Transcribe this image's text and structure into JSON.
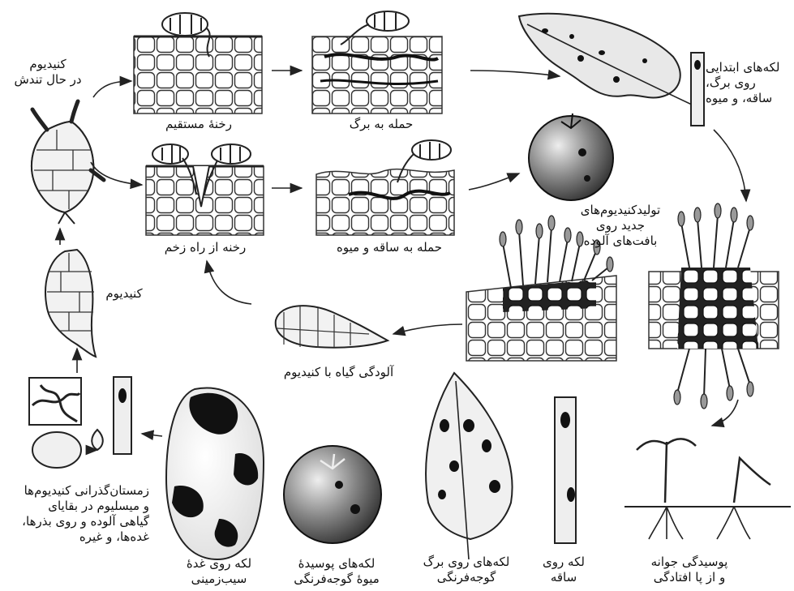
{
  "labels": {
    "germinating_conidium": {
      "line1": "کنیدیوم",
      "line2": "در حال تندش"
    },
    "direct_penetration": "رخنهٔ مستقیم",
    "leaf_attack": "حمله به برگ",
    "initial_spots": {
      "line1": "لکه‌های ابتدایی",
      "line2": "روی برگ،",
      "line3": "ساقه، و میوه"
    },
    "wound_penetration": "رخنه از راه زخم",
    "stem_fruit_attack": "حمله به ساقه و میوه",
    "new_conidia": {
      "line1": "تولیدکنیدیوم‌های",
      "line2": "جدید روی",
      "line3": "بافت‌های آلوده"
    },
    "conidium": "کنیدیوم",
    "plant_infection": "آلودگی گیاه با کنیدیوم",
    "overwintering": {
      "line1": "زمستان‌گذرانی کنیدیوم‌ها",
      "line2": "و میسلیوم در بقایای",
      "line3": "گیاهی آلوده و روی بذرها،",
      "line4": "غده‌ها، و غیره"
    },
    "tuber_spot": {
      "line1": "لکه روی غدهٔ",
      "line2": "سیب‌زمینی"
    },
    "fruit_rot": {
      "line1": "لکه‌های پوسیدهٔ",
      "line2": "میوهٔ گوجه‌فرنگی"
    },
    "leaf_spots": {
      "line1": "لکه‌های روی برگ",
      "line2": "گوجه‌فرنگی"
    },
    "stem_spot": {
      "line1": "لکه روی",
      "line2": "ساقه"
    },
    "damping_off": {
      "line1": "پوسیدگی جوانه",
      "line2": "و از پا افتادگی"
    }
  }
}
